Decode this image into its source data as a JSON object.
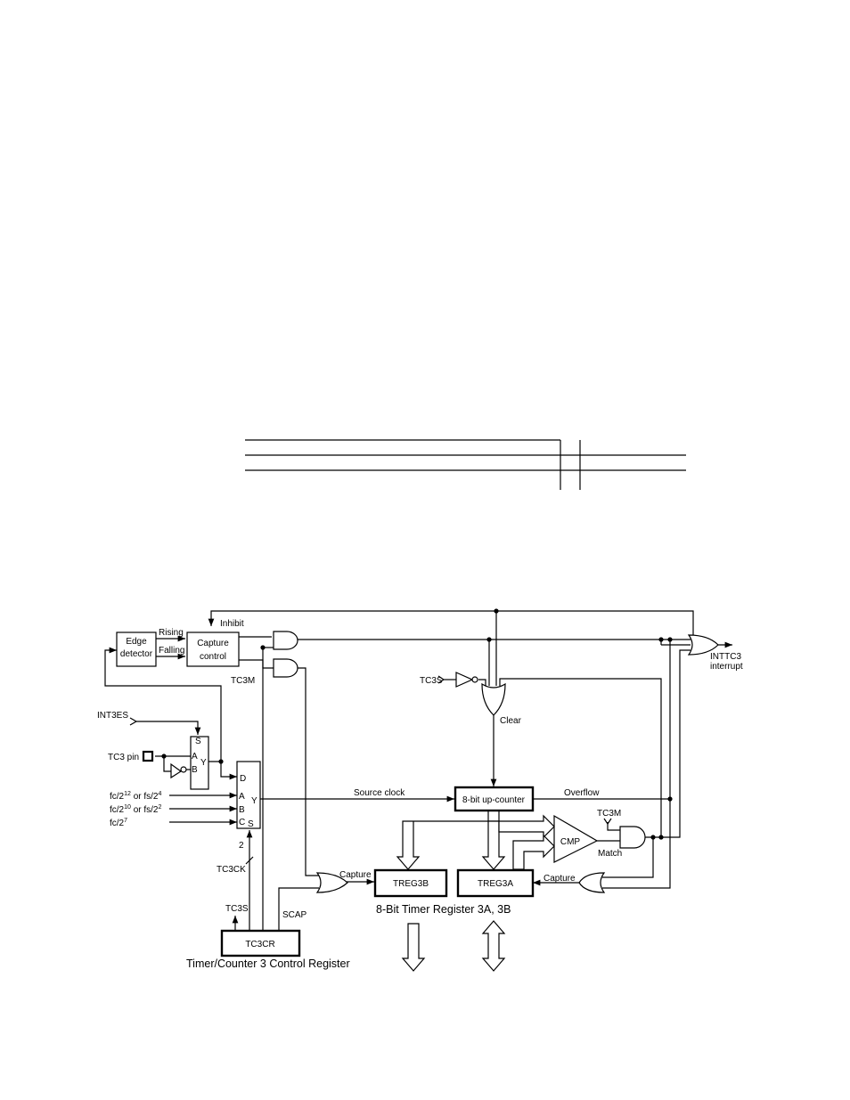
{
  "blocks": {
    "edge_detector": [
      "Edge",
      "detector"
    ],
    "capture_control": [
      "Capture",
      "control"
    ],
    "up_counter": "8-bit up-counter",
    "treg3b": "TREG3B",
    "treg3a": "TREG3A",
    "cmp": "CMP",
    "tc3cr": "TC3CR"
  },
  "signals": {
    "inhibit": "Inhibit",
    "rising": "Rising",
    "falling": "Falling",
    "tc3m_top": "TC3M",
    "tc3s_top": "TC3S",
    "clear": "Clear",
    "int3es": "INT3ES",
    "tc3_pin": "TC3 pin",
    "source_clock": "Source clock",
    "overflow": "Overflow",
    "tc3m_right": "TC3M",
    "match": "Match",
    "capture_left": "Capture",
    "capture_right": "Capture",
    "tc3ck": "TC3CK",
    "tc3s_bottom": "TC3S",
    "scap": "SCAP",
    "bus_width": "2",
    "interrupt": [
      "INTTC3",
      "interrupt"
    ]
  },
  "clock_sources": {
    "line1": [
      "fc/2",
      "12",
      " or fs/2",
      "4"
    ],
    "line2": [
      "fc/2",
      "10",
      " or fs/2",
      "2"
    ],
    "line3": [
      "fc/2",
      "7"
    ]
  },
  "selector1_pins": [
    "S",
    "A",
    "B",
    "Y"
  ],
  "selector2_pins": [
    "D",
    "A",
    "B",
    "C",
    "S",
    "Y"
  ],
  "captions": {
    "timer_register": "8-Bit Timer Register 3A, 3B",
    "control_register": "Timer/Counter 3 Control Register"
  }
}
